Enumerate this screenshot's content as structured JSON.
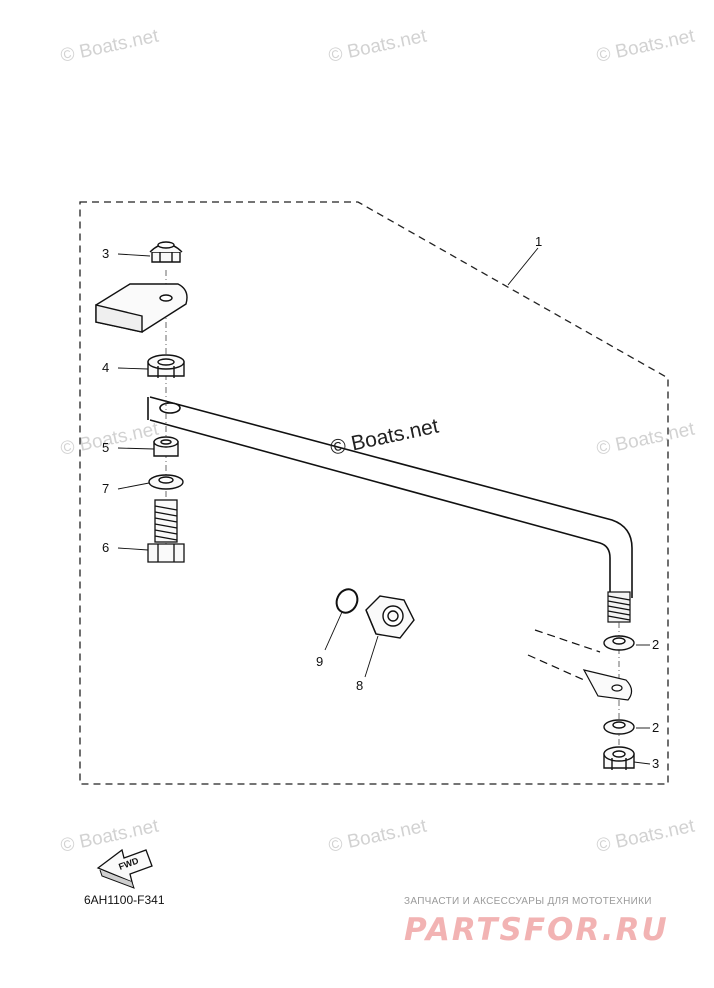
{
  "watermark": "© Boats.net",
  "watermark_main": "© Boats.net",
  "diagram_code": "6AH1100-F341",
  "fwd_label": "FWD",
  "partsfor": {
    "tagline": "ЗАПЧАСТИ И АКСЕССУАРЫ ДЛЯ МОТОТЕХНИКИ",
    "logo": "PARTSFOR.RU"
  },
  "callouts": {
    "c1": "1",
    "c2a": "2",
    "c2b": "2",
    "c3a": "3",
    "c3b": "3",
    "c4": "4",
    "c5": "5",
    "c6": "6",
    "c7": "7",
    "c8": "8",
    "c9": "9"
  }
}
